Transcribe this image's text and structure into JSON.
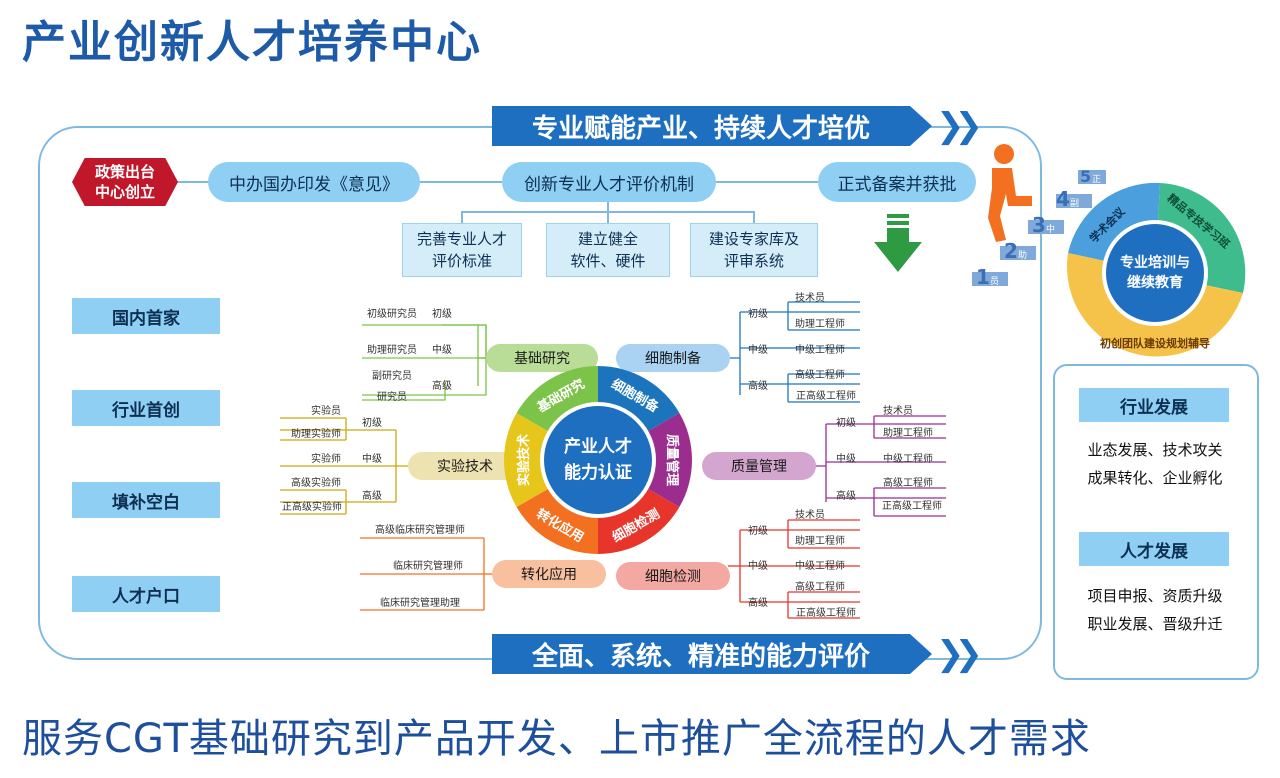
{
  "title": "产业创新人才培养中心",
  "subtitle": "服务CGT基础研究到产品开发、上市推广全流程的人才需求",
  "banner_top": "专业赋能产业、持续人才培优",
  "banner_bottom": "全面、系统、精准的能力评价",
  "policy_tag": {
    "line1": "政策出台",
    "line2": "中心创立"
  },
  "flow": [
    "中办国办印发《意见》",
    "创新专业人才评价机制",
    "正式备案并获批"
  ],
  "sub_boxes": [
    {
      "line1": "完善专业人才",
      "line2": "评价标准"
    },
    {
      "line1": "建立健全",
      "line2": "软件、硬件"
    },
    {
      "line1": "建设专家库及",
      "line2": "评审系统"
    }
  ],
  "left_tags": [
    "国内首家",
    "行业首创",
    "填补空白",
    "人才户口"
  ],
  "center": {
    "line1": "产业人才",
    "line2": "能力认证"
  },
  "ring": [
    "基础研究",
    "细胞制备",
    "质量管理",
    "细胞检测",
    "转化应用",
    "实验技术"
  ],
  "branches": {
    "basic": {
      "label": "基础研究",
      "levels": [
        "初级",
        "中级",
        "高级"
      ],
      "roles": [
        "初级研究员",
        "助理研究员",
        "副研究员",
        "研究员"
      ]
    },
    "prep": {
      "label": "细胞制备",
      "levels": [
        "初级",
        "中级",
        "高级"
      ],
      "roles": [
        "技术员",
        "助理工程师",
        "中级工程师",
        "高级工程师",
        "正高级工程师"
      ]
    },
    "quality": {
      "label": "质量管理",
      "levels": [
        "初级",
        "中级",
        "高级"
      ],
      "roles": [
        "技术员",
        "助理工程师",
        "中级工程师",
        "高级工程师",
        "正高级工程师"
      ]
    },
    "detect": {
      "label": "细胞检测",
      "levels": [
        "初级",
        "中级",
        "高级"
      ],
      "roles": [
        "技术员",
        "助理工程师",
        "中级工程师",
        "高级工程师",
        "正高级工程师"
      ]
    },
    "apply": {
      "label": "转化应用",
      "roles": [
        "高级临床研究管理师",
        "临床研究管理师",
        "临床研究管理助理"
      ]
    },
    "lab": {
      "label": "实验技术",
      "levels": [
        "初级",
        "中级",
        "高级"
      ],
      "roles": [
        "实验员",
        "助理实验师",
        "实验师",
        "高级实验师",
        "正高级实验师"
      ]
    }
  },
  "steps": [
    {
      "num": "1",
      "label": "员"
    },
    {
      "num": "2",
      "label": "助"
    },
    {
      "num": "3",
      "label": "中"
    },
    {
      "num": "4",
      "label": "副"
    },
    {
      "num": "5",
      "label": "正"
    }
  ],
  "training": {
    "center_line1": "专业培训与",
    "center_line2": "继续教育",
    "arc_top_left": "学术会议",
    "arc_right": "精品专技学习班",
    "arc_bottom": "初创团队建设规划辅导"
  },
  "industry": {
    "title": "行业发展",
    "line1": "业态发展、技术攻关",
    "line2": "成果转化、企业孵化"
  },
  "talent": {
    "title": "人才发展",
    "line1": "项目申报、资质升级",
    "line2": "职业发展、晋级升迁"
  },
  "colors": {
    "basic": "#7cc349",
    "prep": "#1c75bc",
    "quality": "#9b2d8f",
    "detect": "#e8352b",
    "apply": "#f37021",
    "lab": "#e6c61a",
    "lab_line": "#c9a90f",
    "banner": "#1f6fc0",
    "arrow": "#2e9b43",
    "person": "#f37021"
  }
}
